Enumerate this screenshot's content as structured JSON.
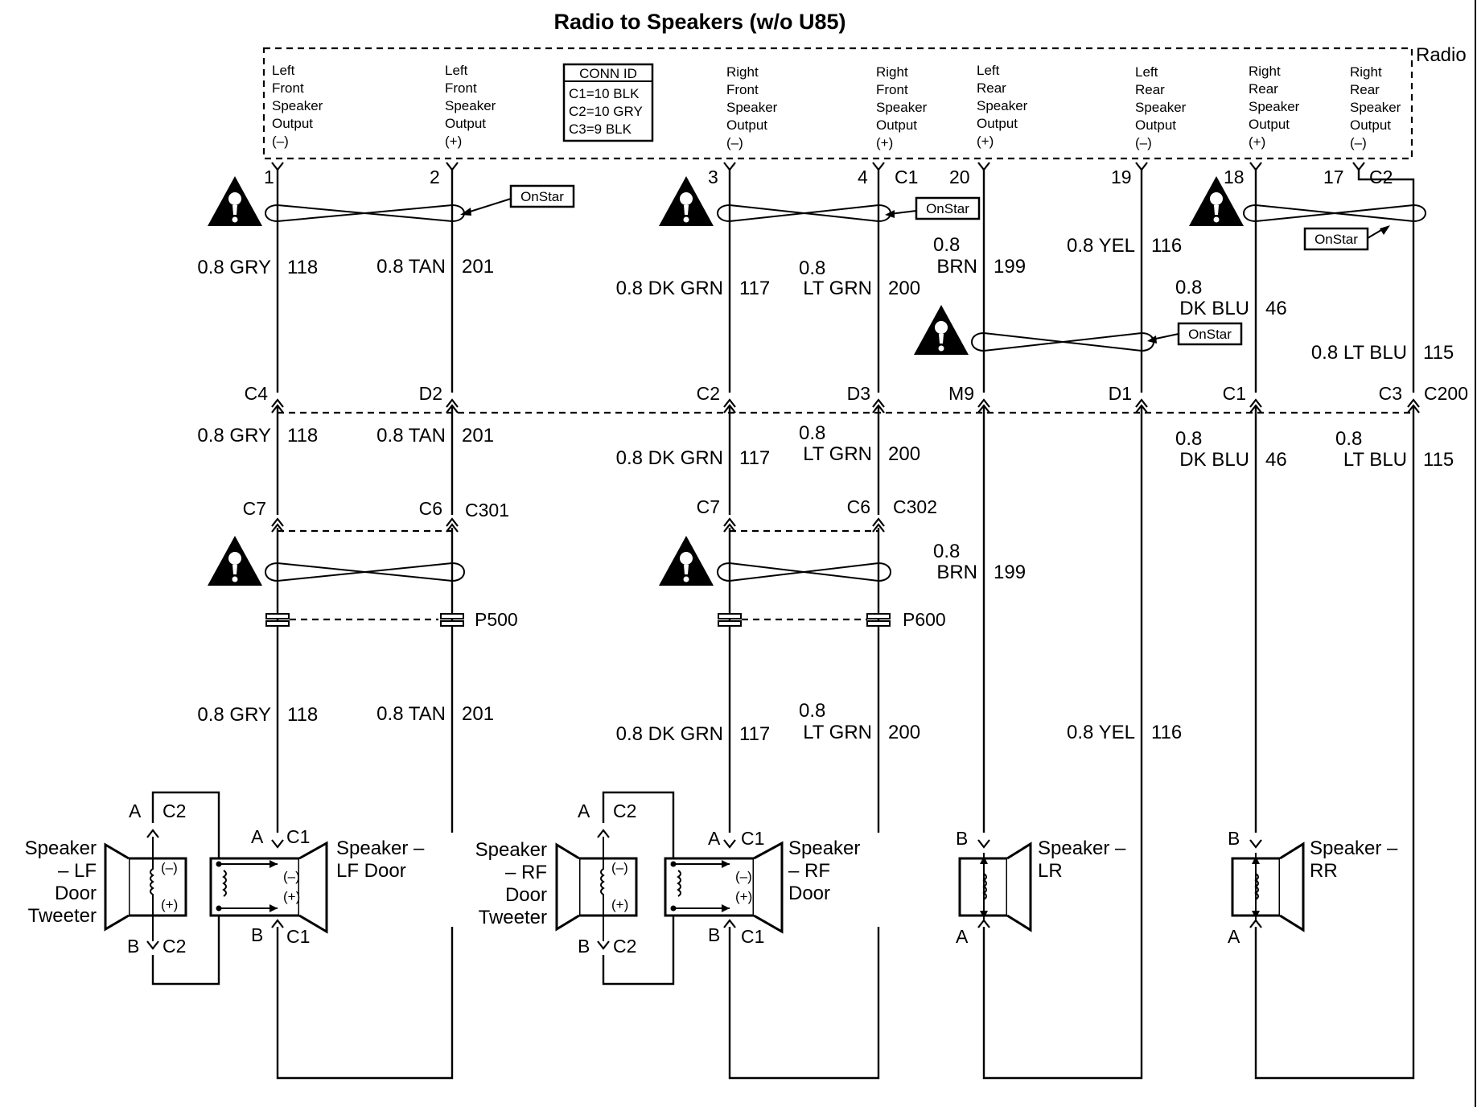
{
  "title": "Radio to Speakers (w/o U85)",
  "radio_label": "Radio",
  "conn_id": {
    "header": "CONN ID",
    "lines": [
      "C1=10 BLK",
      "C2=10 GRY",
      "C3=9 BLK"
    ]
  },
  "outputs": [
    {
      "lines": [
        "Left",
        "Front",
        "Speaker",
        "Output",
        "(–)"
      ],
      "pin": "1"
    },
    {
      "lines": [
        "Left",
        "Front",
        "Speaker",
        "Output",
        "(+)"
      ],
      "pin": "2"
    },
    {
      "lines": [
        "Right",
        "Front",
        "Speaker",
        "Output",
        "(–)"
      ],
      "pin": "3"
    },
    {
      "lines": [
        "Right",
        "Front",
        "Speaker",
        "Output",
        "(+)"
      ],
      "pin": "4"
    },
    {
      "lines": [
        "Left",
        "Rear",
        "Speaker",
        "Output",
        "(+)"
      ],
      "pin": "20"
    },
    {
      "lines": [
        "Left",
        "Rear",
        "Speaker",
        "Output",
        "(–)"
      ],
      "pin": "19"
    },
    {
      "lines": [
        "Right",
        "Rear",
        "Speaker",
        "Output",
        "(+)"
      ],
      "pin": "18"
    },
    {
      "lines": [
        "Right",
        "Rear",
        "Speaker",
        "Output",
        "(–)"
      ],
      "pin": "17"
    }
  ],
  "radio_connectors": [
    "C1",
    "C2"
  ],
  "onstar_label": "OnStar",
  "top_wires": [
    {
      "color": "0.8 GRY",
      "circuit": "118"
    },
    {
      "color": "0.8 TAN",
      "circuit": "201"
    },
    {
      "color": "0.8 DK GRN",
      "circuit": "117"
    },
    {
      "color_l1": "0.8",
      "color_l2": "LT GRN",
      "circuit": "200"
    },
    {
      "color_l1": "0.8",
      "color_l2": "BRN",
      "circuit": "199"
    },
    {
      "color": "0.8 YEL",
      "circuit": "116"
    },
    {
      "color_l1": "0.8",
      "color_l2": "DK BLU",
      "circuit": "46"
    },
    {
      "color": "0.8 LT BLU",
      "circuit": "115"
    }
  ],
  "c200": {
    "name": "C200",
    "pins": [
      "C4",
      "D2",
      "C2",
      "D3",
      "M9",
      "D1",
      "C1",
      "C3"
    ]
  },
  "mid_wires": [
    {
      "color": "0.8 GRY",
      "circuit": "118"
    },
    {
      "color": "0.8 TAN",
      "circuit": "201"
    },
    {
      "color": "0.8 DK GRN",
      "circuit": "117"
    },
    {
      "color_l1": "0.8",
      "color_l2": "LT GRN",
      "circuit": "200"
    },
    {
      "color_l1": "0.8",
      "color_l2": "DK BLU",
      "circuit": "46"
    },
    {
      "color_l1": "0.8",
      "color_l2": "LT BLU",
      "circuit": "115"
    }
  ],
  "c301": {
    "name": "C301",
    "pins": [
      "C7",
      "C6"
    ]
  },
  "c302": {
    "name": "C302",
    "pins": [
      "C7",
      "C6"
    ]
  },
  "brn_mid": {
    "color_l1": "0.8",
    "color_l2": "BRN",
    "circuit": "199"
  },
  "p500": "P500",
  "p600": "P600",
  "low_wires": [
    {
      "color": "0.8 GRY",
      "circuit": "118"
    },
    {
      "color": "0.8 TAN",
      "circuit": "201"
    },
    {
      "color": "0.8 DK GRN",
      "circuit": "117"
    },
    {
      "color_l1": "0.8",
      "color_l2": "LT GRN",
      "circuit": "200"
    },
    {
      "color": "0.8 YEL",
      "circuit": "116"
    }
  ],
  "speakers": {
    "lf_tweeter": {
      "lines": [
        "Speaker",
        "– LF",
        "Door",
        "Tweeter"
      ],
      "pin_a": "A",
      "pin_b": "B",
      "conn": "C2",
      "minus": "(–)",
      "plus": "(+)"
    },
    "lf_door": {
      "lines": [
        "Speaker –",
        "LF Door"
      ],
      "pin_a": "A",
      "pin_b": "B",
      "conn": "C1",
      "minus": "(–)",
      "plus": "(+)"
    },
    "rf_tweeter": {
      "lines": [
        "Speaker",
        "– RF",
        "Door",
        "Tweeter"
      ],
      "pin_a": "A",
      "pin_b": "B",
      "conn": "C2",
      "minus": "(–)",
      "plus": "(+)"
    },
    "rf_door": {
      "lines": [
        "Speaker",
        "– RF",
        "Door"
      ],
      "pin_a": "A",
      "pin_b": "B",
      "conn": "C1",
      "minus": "(–)",
      "plus": "(+)"
    },
    "lr": {
      "lines": [
        "Speaker –",
        "LR"
      ],
      "pin_a": "A",
      "pin_b": "B"
    },
    "rr": {
      "lines": [
        "Speaker –",
        "RR"
      ],
      "pin_a": "A",
      "pin_b": "B"
    }
  },
  "icons": [
    "caution-icon",
    "twisted-pair-icon",
    "speaker-icon",
    "voice-coil-icon",
    "splice-icon"
  ]
}
